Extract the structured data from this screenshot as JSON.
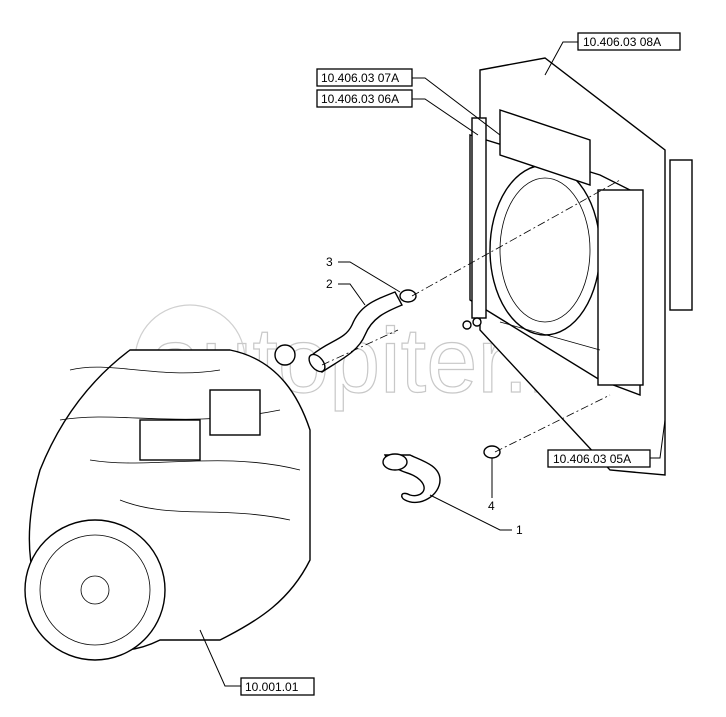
{
  "references": {
    "radiator_assembly": "10.406.03 08A",
    "upper_part_a": "10.406.03 07A",
    "upper_part_b": "10.406.03 06A",
    "lower_part": "10.406.03 05A",
    "engine": "10.001.01"
  },
  "callouts": [
    "1",
    "2",
    "3",
    "4"
  ],
  "watermark": "autopiter.ru"
}
